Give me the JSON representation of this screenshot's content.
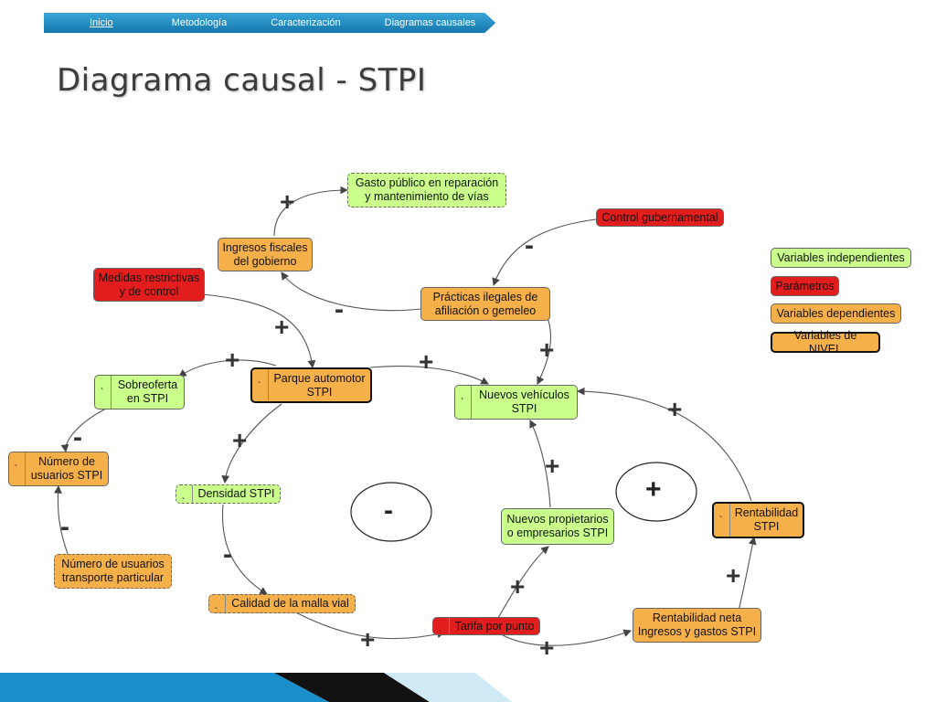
{
  "breadcrumb": [
    "Inicio",
    "Metodología",
    "Caracterización",
    "Diagramas causales"
  ],
  "title": "Diagrama causal - STPI",
  "legend": {
    "independientes": "Variables independientes",
    "parametros": "Parámetros",
    "dependientes": "Variables dependientes",
    "nivel": "Variables de NIVEL"
  },
  "colors": {
    "independent": "#c9ff8a",
    "parameter": "#e21d1d",
    "dependent": "#f6b04a",
    "nav": "#1f8cc4"
  },
  "nodes": {
    "gasto": "Gasto público en reparación y mantenimiento de vías",
    "control": "Control gubernamental",
    "ingresos": "Ingresos fiscales del gobierno",
    "medidas": "Medidas restrictivas y de control",
    "practicas": "Prácticas ilegales de afiliación o gemeleo",
    "sobreoferta": "Sobreoferta en STPI",
    "parque": "Parque automotor STPI",
    "nuevos_vehiculos": "Nuevos vehículos STPI",
    "numero_usuarios": "Número de usuarios STPI",
    "densidad": "Densidad STPI",
    "nuevos_propietarios": "Nuevos propietarios o empresarios STPI",
    "rentabilidad": "Rentabilidad STPI",
    "usuarios_particular": "Número de usuarios transporte particular",
    "calidad": "Calidad de la malla vial",
    "tarifa": "Tarifa por punto",
    "rentabilidad_neta": "Rentabilidad neta Ingresos y gastos STPI"
  },
  "signs": {
    "plus": "+",
    "minus": "-",
    "loop_balancing": "-",
    "loop_reinforcing": "+"
  }
}
